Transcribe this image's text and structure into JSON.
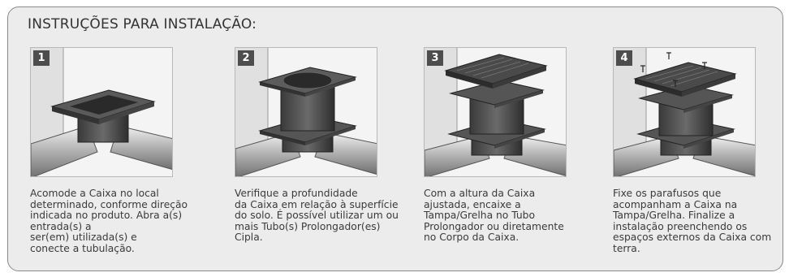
{
  "title": "INSTRUÇÕES PARA INSTALAÇÃO:",
  "steps": [
    {
      "number": "1",
      "text": "Acomode a Caixa no local\ndeterminado, conforme direção\nindicada no produto. Abra a(s)\nentrada(s) a\nser(em) utilizada(s) e\nconecte a tubulação."
    },
    {
      "number": "2",
      "text": "Verifique a profundidade\nda Caixa em relação à superfície\ndo solo. É possível utilizar um ou\nmais Tubo(s) Prolongador(es)\nCipla."
    },
    {
      "number": "3",
      "text": "Com a altura da Caixa\najustada, encaixe a\nTampa/Grelha no Tubo\nProlongador ou diretamente\nno Corpo da Caixa."
    },
    {
      "number": "4",
      "text": "Fixe os parafusos que\nacompanham a Caixa na\nTampa/Grelha. Finalize a\ninstalação preenchendo os\nespaços externos da Caixa com\nterra."
    }
  ]
}
